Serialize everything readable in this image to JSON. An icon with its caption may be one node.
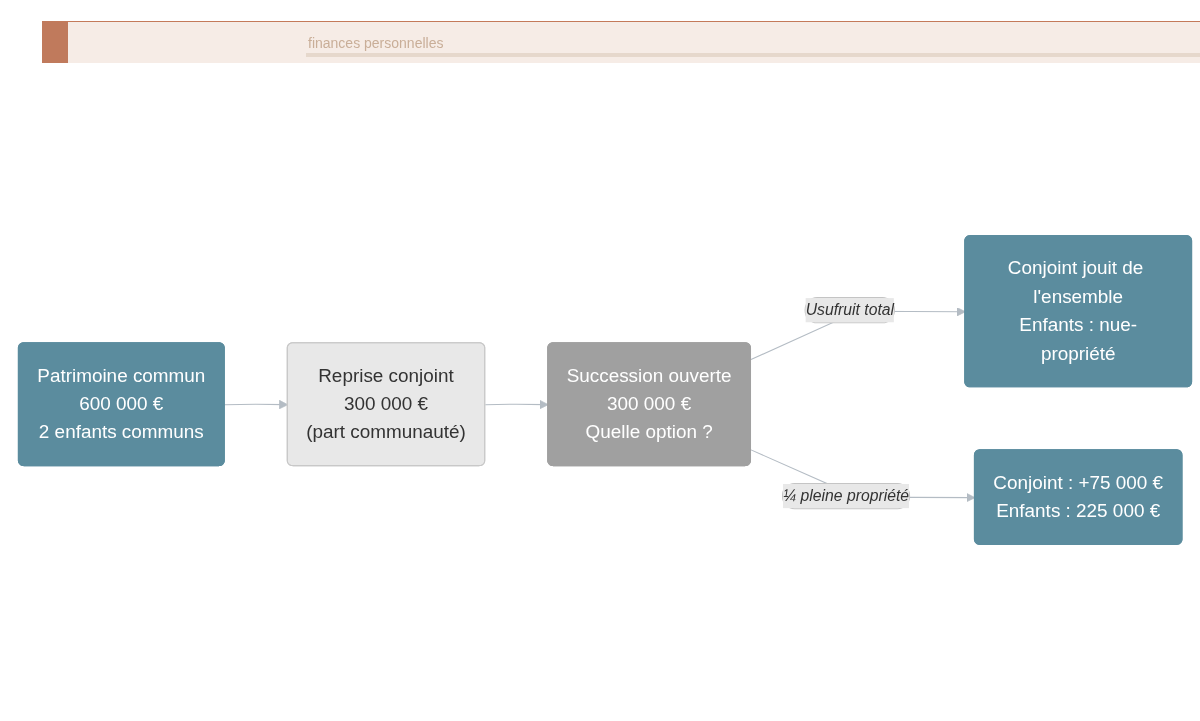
{
  "diagram": {
    "nodes": [
      {
        "text": [
          "Patrimoine commun",
          "600 000 €",
          "2 enfants communs"
        ]
      },
      {
        "text": [
          "Reprise conjoint",
          "300 000 €",
          "(part communauté)"
        ]
      },
      {
        "text": [
          "Succession ouverte",
          "300 000 €",
          "Quelle option ?"
        ]
      },
      {
        "text": [
          "Conjoint jouit de l'ensemble",
          "Enfants : nue-propriété"
        ]
      },
      {
        "text": [
          "Conjoint : +75 000 €",
          "Enfants : 225 000 €"
        ]
      }
    ],
    "edges": [
      {
        "from": 0,
        "to": 1,
        "arrow": "to"
      },
      {
        "from": 1,
        "to": 2,
        "arrow": "to"
      },
      {
        "from": 2,
        "to": 3,
        "label": "Usufruit total",
        "arrow": "to"
      },
      {
        "from": 2,
        "to": 4,
        "label": "¼ pleine propriété",
        "arrow": "to"
      }
    ],
    "labels": [
      "finances personnelles"
    ]
  }
}
